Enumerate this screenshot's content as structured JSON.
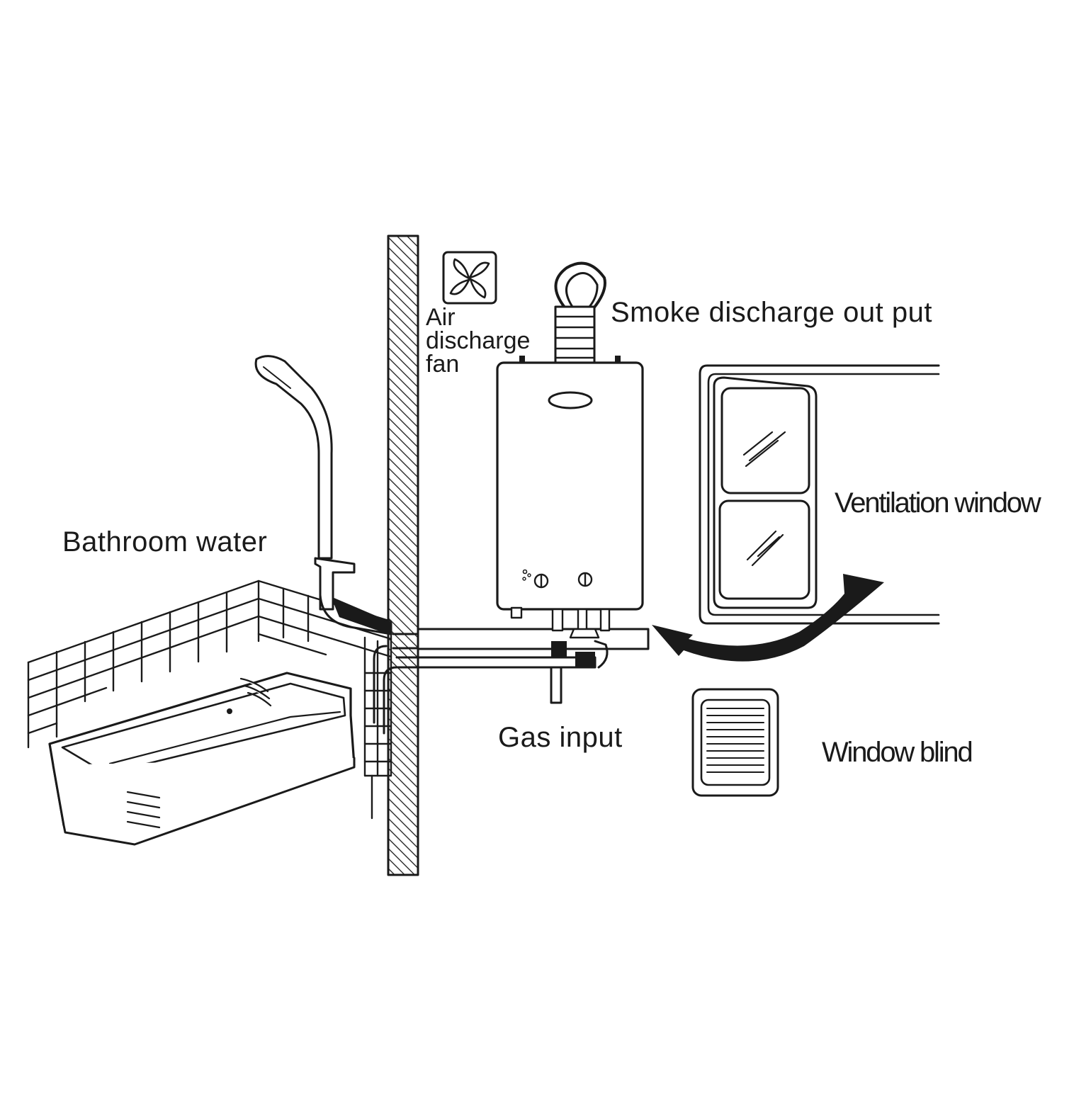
{
  "labels": {
    "smoke_discharge": "Smoke discharge out put",
    "air_discharge_fan": "Air\ndischarge\nfan",
    "ventilation_window": "Ventilation window",
    "bathroom_water": "Bathroom water",
    "gas_input": "Gas input",
    "window_blind": "Window blind"
  },
  "colors": {
    "ink": "#1a1a1a",
    "background": "#ffffff"
  }
}
